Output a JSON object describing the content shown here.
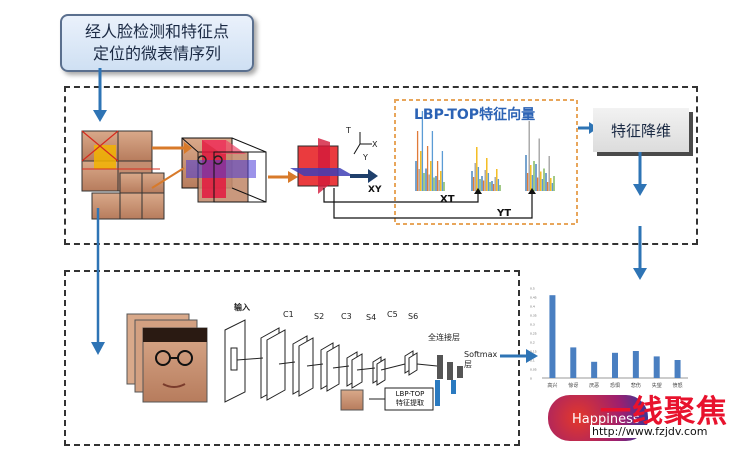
{
  "top_label": {
    "line1": "经人脸检测和特征点",
    "line2": "定位的微表情序列"
  },
  "lbp_title": "LBP-TOP特征向量",
  "dim_reduction": "特征降维",
  "axes_3d": {
    "x": "X",
    "y": "Y",
    "t": "T"
  },
  "plane_labels": {
    "xy": "XY",
    "xt": "XT",
    "yt": "YT"
  },
  "cnn": {
    "input": "输入",
    "c1": "C1",
    "s2": "S2",
    "c3": "C3",
    "s4": "S4",
    "c5": "C5",
    "s6": "S6",
    "fc": "全连接层",
    "softmax": "Softmax层",
    "lbp_box_line1": "LBP-TOP",
    "lbp_box_line2": "特征提取"
  },
  "bar_chart_categories": [
    "高兴",
    "惊讶",
    "厌恶",
    "恐惧",
    "悲伤",
    "失望",
    "愤怒"
  ],
  "bar_chart_ticks": [
    "0.5",
    "0.45",
    "0.4",
    "0.35",
    "0.3",
    "0.25",
    "0.2",
    "0.15",
    "0.1",
    "0.05",
    "0"
  ],
  "happiness_label": "Happiness",
  "watermark": {
    "text": "一线聚焦",
    "url": "http://www.fzjdv.com"
  },
  "colors": {
    "arrow": "#2e74b5",
    "lbp_orange": "#e8a65b",
    "title_blue": "#2c63b5",
    "red": "#e8122d"
  },
  "chart_data": {
    "type": "bar",
    "categories": [
      "高兴",
      "惊讶",
      "厌恶",
      "恐惧",
      "悲伤",
      "失望",
      "愤怒"
    ],
    "values": [
      0.46,
      0.17,
      0.09,
      0.14,
      0.15,
      0.12,
      0.1
    ],
    "ylim": [
      0,
      0.5
    ]
  }
}
